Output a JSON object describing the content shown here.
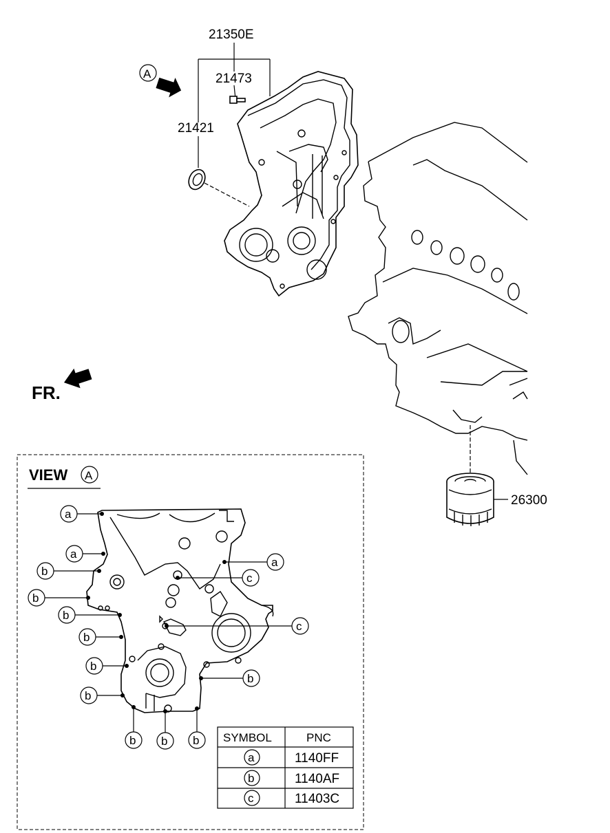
{
  "part_numbers": {
    "cover_assembly": "21350E",
    "bolt": "21473",
    "seal": "21421",
    "oil_filter": "26300"
  },
  "view_ref": "A",
  "front_label": "FR.",
  "view_title": "VIEW",
  "callout_symbols": {
    "a": "a",
    "b": "b",
    "c": "c"
  },
  "legend": {
    "header_symbol": "SYMBOL",
    "header_pnc": "PNC",
    "rows": [
      {
        "symbol": "a",
        "pnc": "1140FF"
      },
      {
        "symbol": "b",
        "pnc": "1140AF"
      },
      {
        "symbol": "c",
        "pnc": "11403C"
      }
    ]
  }
}
